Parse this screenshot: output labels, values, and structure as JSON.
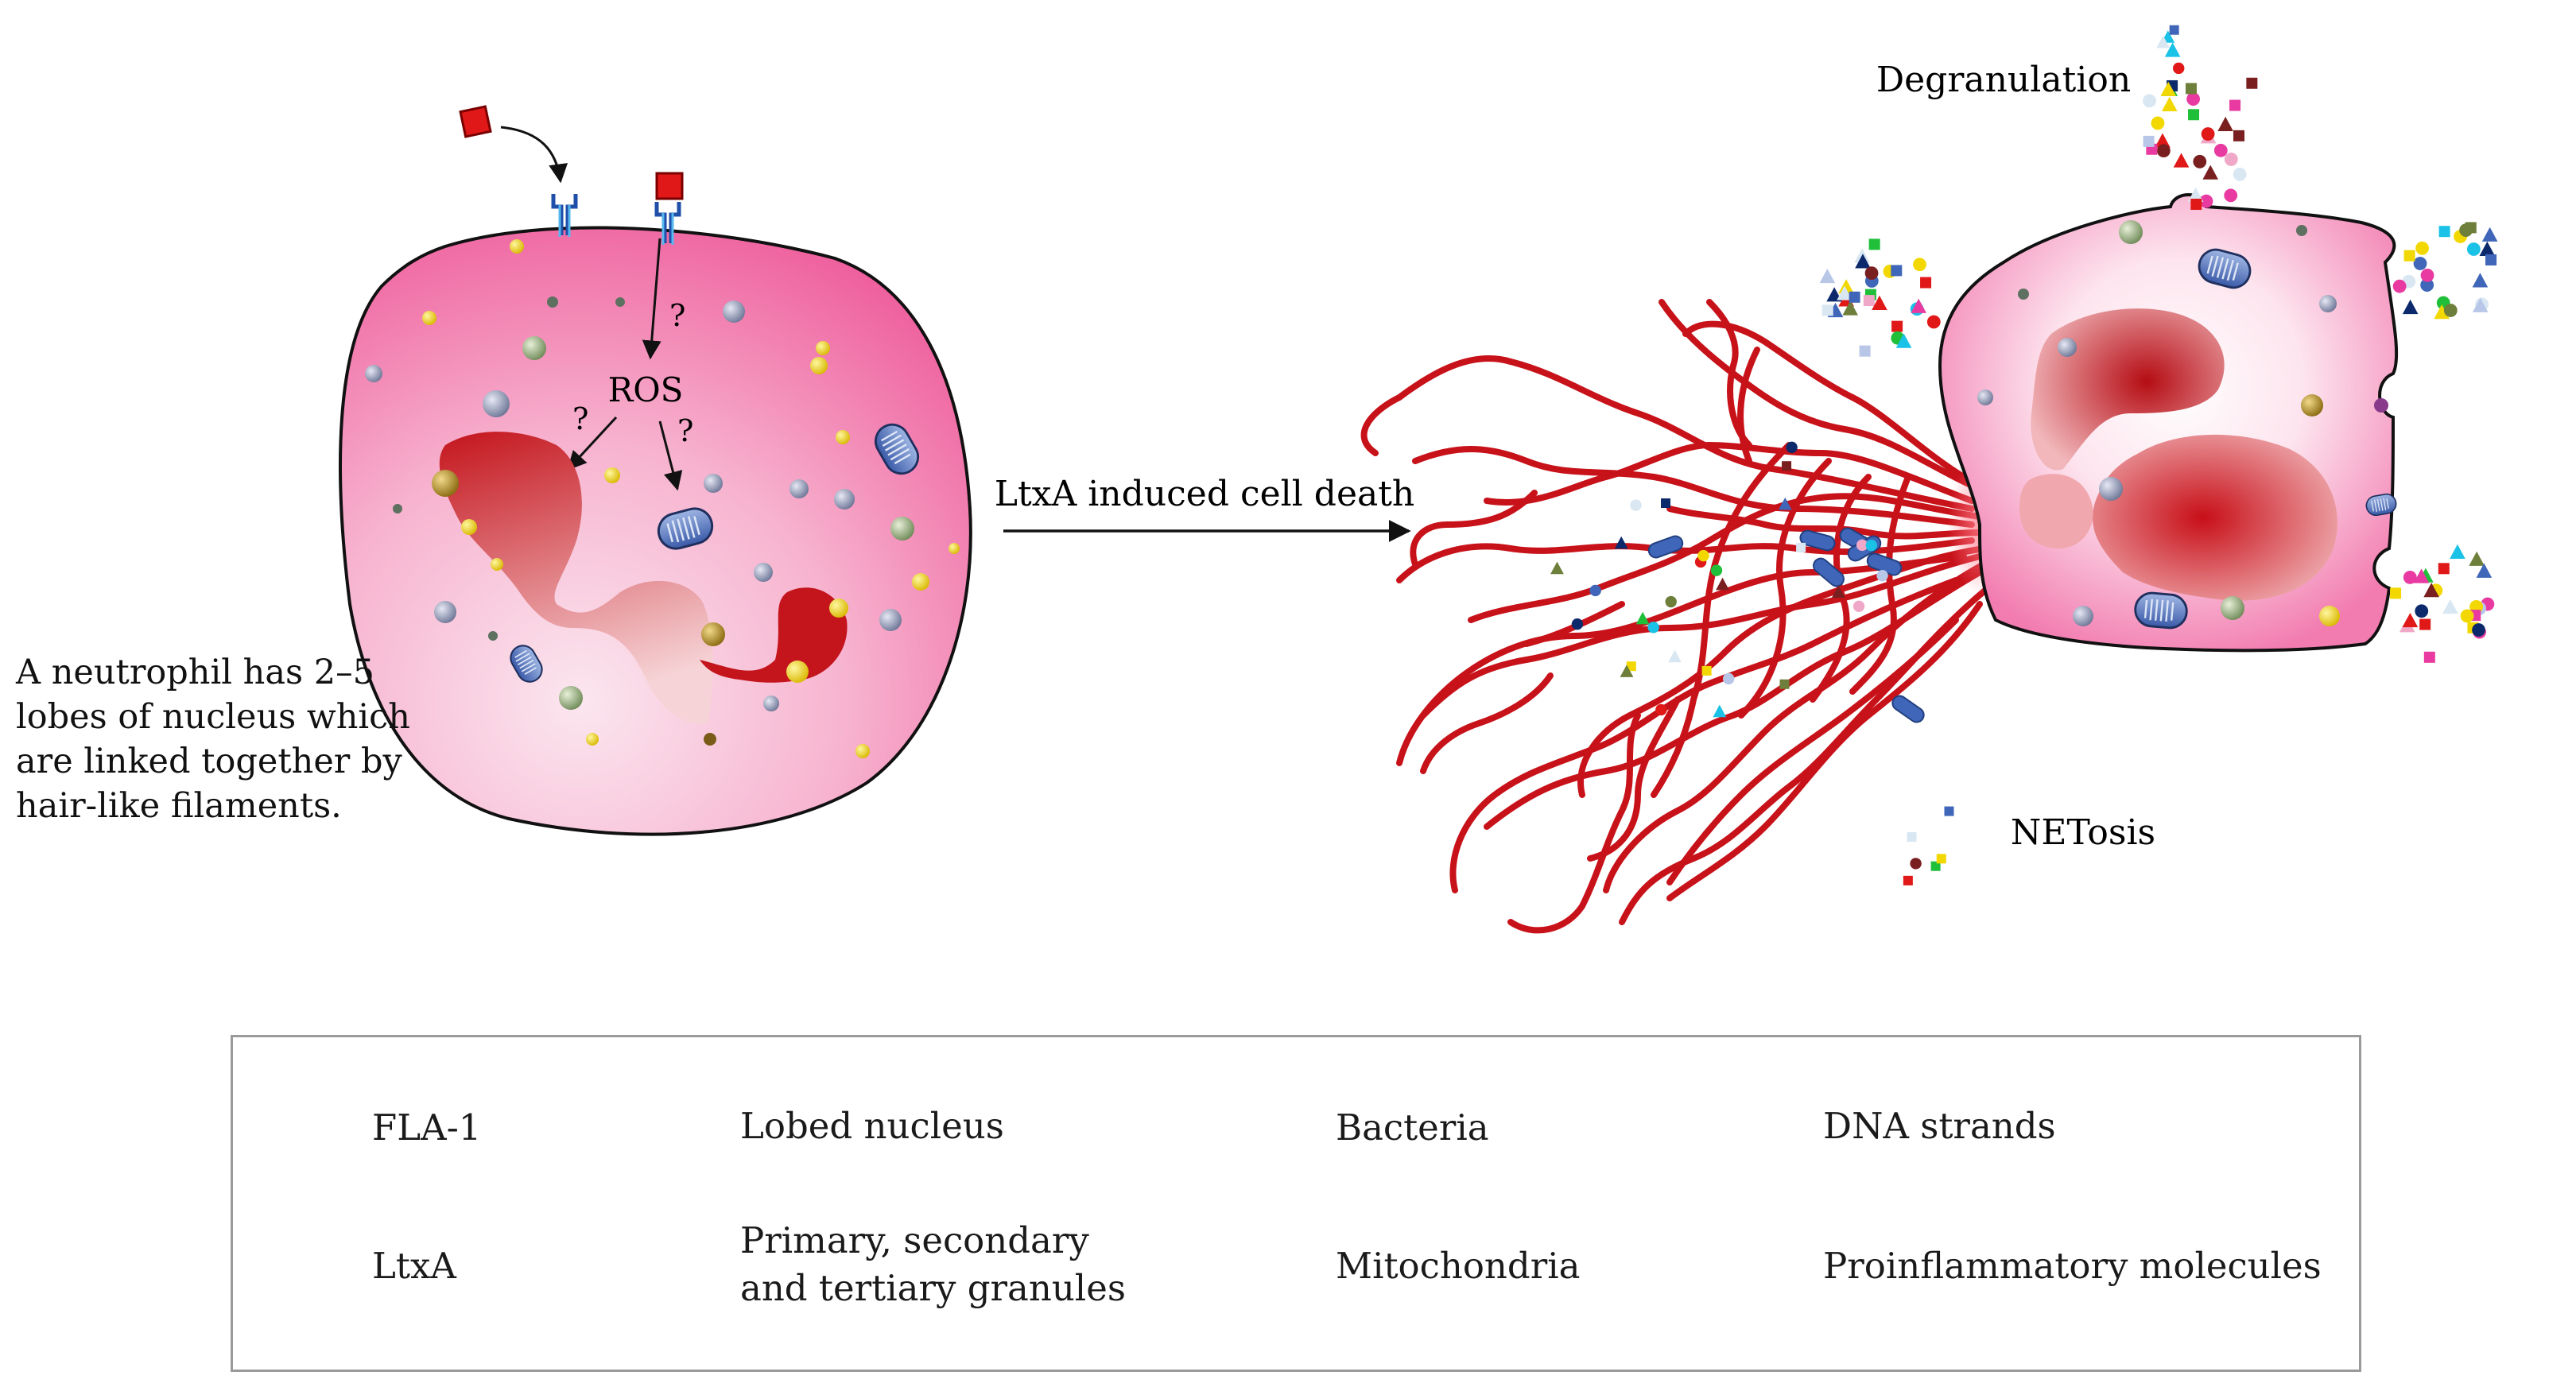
{
  "labels": {
    "ros": "ROS",
    "question": "?",
    "arrow_label": "LtxA induced cell death",
    "degranulation": "Degranulation",
    "netosis": "NETosis",
    "note": "A neutrophil has 2–5 lobes of nucleus which are linked together by hair-like filaments."
  },
  "legend": {
    "fla1": "FLA-1",
    "ltxa": "LtxA",
    "lobed_nucleus": "Lobed nucleus",
    "granules_line1": "Primary, secondary",
    "granules_line2": "and tertiary granules",
    "bacteria": "Bacteria",
    "mitochondria": "Mitochondria",
    "dna": "DNA strands",
    "proinflammatory": "Proinflammatory molecules"
  },
  "colors": {
    "cell_pink": "#f06aa6",
    "cell_light": "#fbe3ee",
    "nucleus_red": "#c4141c",
    "ltxa_red": "#e01818",
    "fla1_blue": "#3aa0e0",
    "bacteria_blue": "#3f66b8",
    "dna_red": "#c8121a"
  },
  "icons": [
    "receptor-icon",
    "toxin-square-icon",
    "lobed-nucleus-icon",
    "granules-icon",
    "bacteria-icon",
    "mitochondria-icon",
    "dna-strands-icon",
    "proinflammatory-icon"
  ]
}
